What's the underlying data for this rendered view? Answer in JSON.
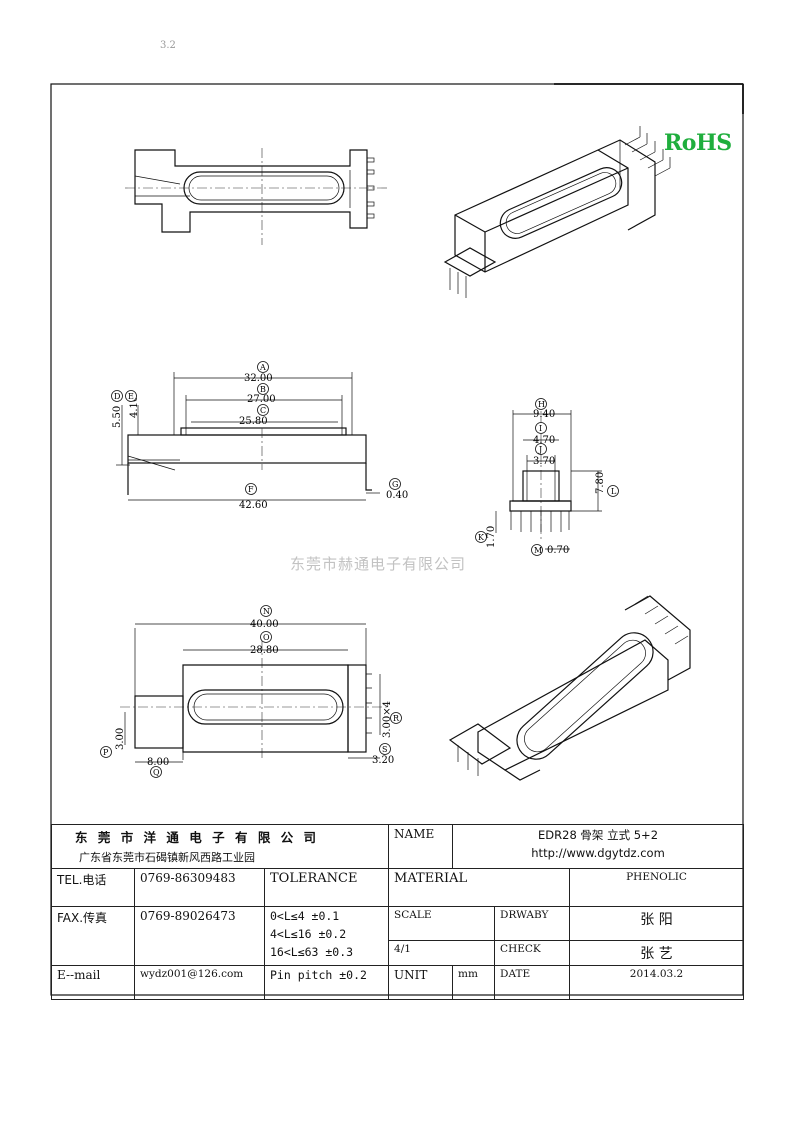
{
  "rohs": "RoHS",
  "watermark": "东莞市赫通电子有限公司",
  "mark": "3.2",
  "dims": {
    "A": "32.00",
    "B": "27.00",
    "C": "25.80",
    "D": "5.50",
    "E": "4.10",
    "F": "42.60",
    "G": "0.40",
    "H": "9.40",
    "I": "4.70",
    "J": "3.70",
    "L": "7.80",
    "K": "1.70",
    "M": "0.70",
    "N": "40.00",
    "O": "28.80",
    "P": "3.00",
    "Q": "8.00",
    "R": "3.00×4",
    "S": "3.20"
  },
  "title_block": {
    "company": "东 莞 市 洋 通 电 子 有 限 公 司",
    "address": "广东省东莞市石碣镇新风西路工业园",
    "name_label": "NAME",
    "name_value": "EDR28 骨架 立式 5+2",
    "url": "http://www.dgytdz.com",
    "tel_label": "TEL.电话",
    "tel_value": "0769-86309483",
    "tolerance_label": "TOLERANCE",
    "material_label": "MATERIAL",
    "material_value": "PHENOLIC",
    "fax_label": "FAX.传真",
    "fax_value": "0769-89026473",
    "tol1": "0<L≤4  ±0.1",
    "tol2": "4<L≤16  ±0.2",
    "tol3": "16<L≤63  ±0.3",
    "tol4": "Pin pitch ±0.2",
    "scale_label": "SCALE",
    "drawby_label": "DRWABY",
    "drawby_value": "张  阳",
    "scale_value": "4/1",
    "check_label": "CHECK",
    "check_value": "张  艺",
    "email_label": "E--mail",
    "email_value": "wydz001@126.com",
    "unit_label": "UNIT",
    "unit_value": "mm",
    "date_label": "DATE",
    "date_value": "2014.03.2"
  }
}
